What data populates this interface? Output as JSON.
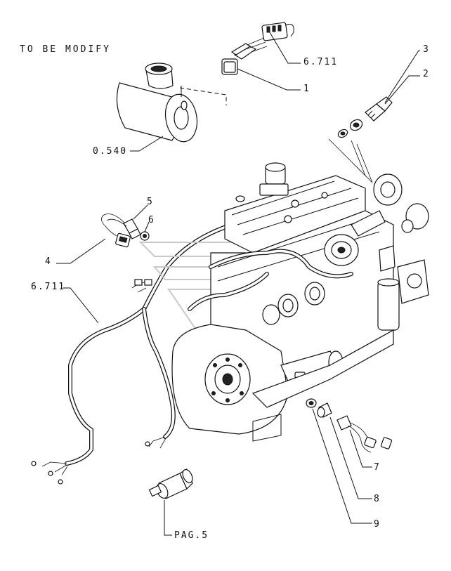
{
  "note": "TO BE MODIFY",
  "callouts": {
    "c1": "1",
    "c2": "2",
    "c3": "3",
    "c4": "4",
    "c5": "5",
    "c6": "6",
    "c7": "7",
    "c8": "8",
    "c9": "9",
    "ref_6711_top": "6.711",
    "ref_6711_left": "6.711",
    "ref_0540": "0.540",
    "ref_pag5": "PAG.5"
  }
}
